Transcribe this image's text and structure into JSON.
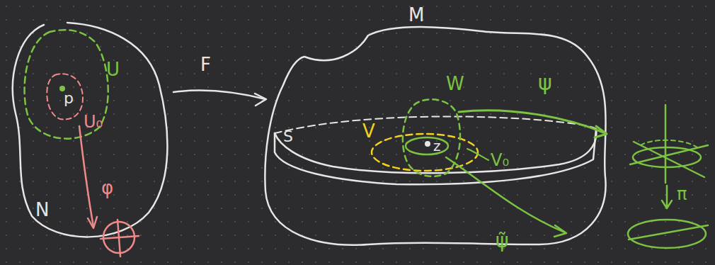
{
  "diagram": {
    "labels": [
      "M",
      "F",
      "N",
      "U",
      "p",
      "U₀",
      "φ",
      "W",
      "V",
      "ψ",
      "S",
      "z",
      "V₀",
      "ψ̃",
      "π"
    ]
  }
}
